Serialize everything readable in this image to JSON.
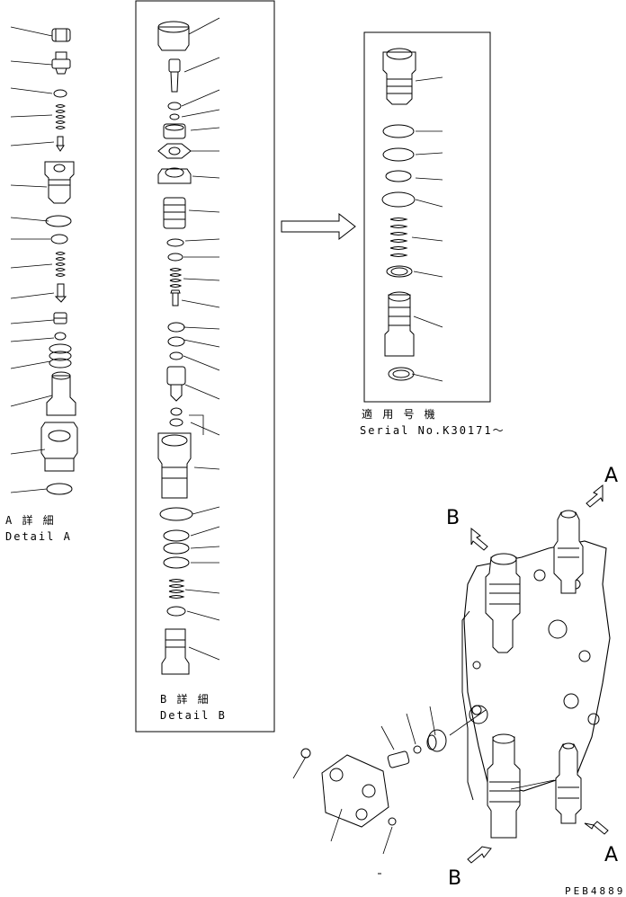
{
  "detail_a": {
    "jp": "A 詳 細",
    "en": "Detail A"
  },
  "detail_b": {
    "jp": "B 詳 細",
    "en": "Detail B"
  },
  "serial": {
    "jp": "適 用 号 機",
    "en": "Serial No.K30171～"
  },
  "callouts": {
    "a_top": "A",
    "a_bottom": "A",
    "b_top": "B",
    "b_bottom": "B"
  },
  "drawing_code": "PEB4889",
  "icons": [
    "valve-part-icon",
    "o-ring-icon",
    "spring-icon",
    "arrow-right-icon",
    "view-arrow-icon"
  ]
}
